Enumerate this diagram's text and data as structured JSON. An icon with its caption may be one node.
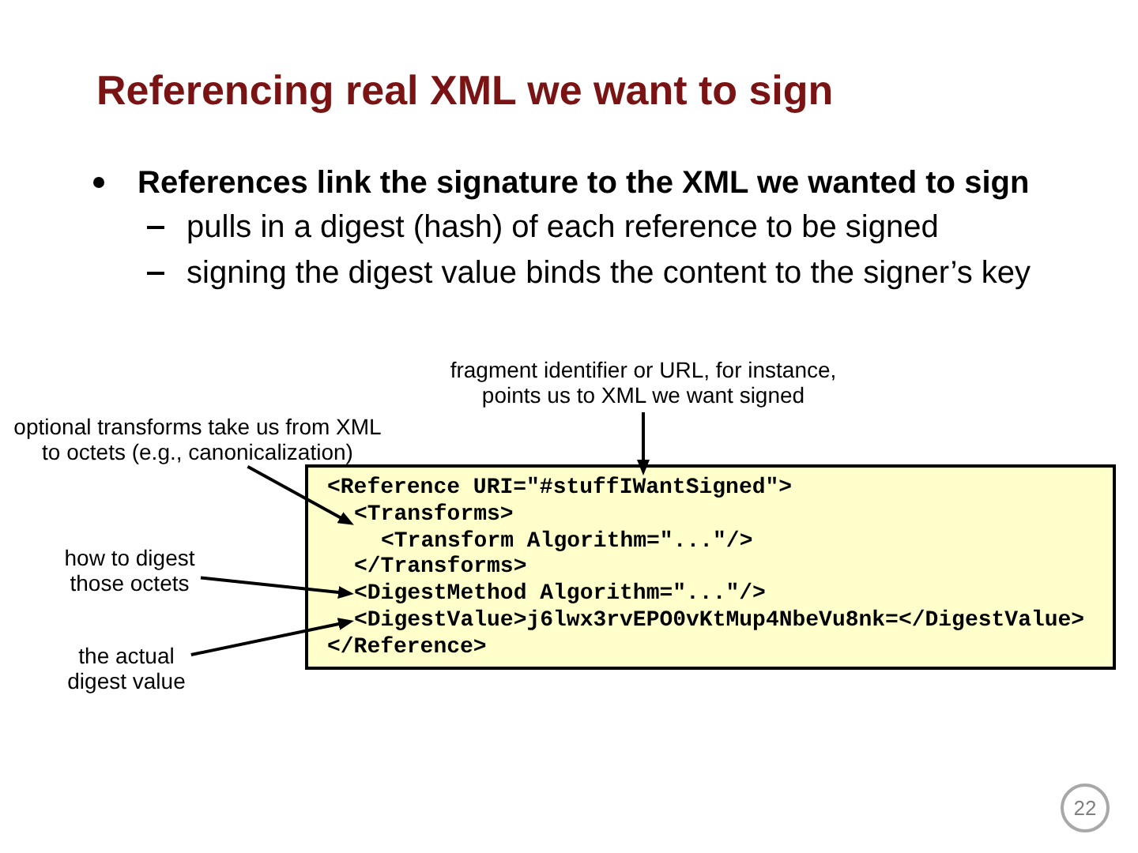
{
  "diagram": {
    "title": "Referencing real XML we want to sign",
    "nodes": [
      {
        "text": [
          "fragment identifier or URL, for instance, points us to XML we want signed"
        ]
      },
      {
        "text": [
          "optional transforms take us from XML to octets (e.g., canonicalization)"
        ]
      },
      {
        "text": [
          "how to digest those octets"
        ]
      },
      {
        "text": [
          "the actual digest value"
        ]
      },
      {
        "text": [],
        "shape": "box"
      },
      {
        "text": [
          "<Reference URI=\"#stuffIWantSigned\">"
        ],
        "in": 4
      },
      {
        "text": [
          "<Transforms>"
        ],
        "in": 4
      },
      {
        "text": [
          "<Transform Algorithm=\"...\"/>"
        ],
        "in": 4
      },
      {
        "text": [
          "</Transforms>"
        ],
        "in": 4
      },
      {
        "text": [
          "<DigestMethod Algorithm=\"...\"/>"
        ],
        "in": 4
      },
      {
        "text": [
          "<DigestValue>j6lwx3rvEPO0vKtMup4NbeVu8nk=</DigestValue>"
        ],
        "in": 4
      },
      {
        "text": [
          "</Reference>"
        ],
        "in": 4
      }
    ],
    "edges": [
      {
        "from": 0,
        "to": 5,
        "arrow": "to"
      },
      {
        "from": 1,
        "to": 6,
        "arrow": "to"
      },
      {
        "from": 2,
        "to": 9,
        "arrow": "to"
      },
      {
        "from": 3,
        "to": 10,
        "arrow": "to"
      }
    ],
    "labels": [
      "References link the signature to the XML we wanted to sign",
      "pulls in a digest (hash) of each reference to be signed",
      "signing the digest value binds the content to the signer’s key",
      "22"
    ]
  }
}
